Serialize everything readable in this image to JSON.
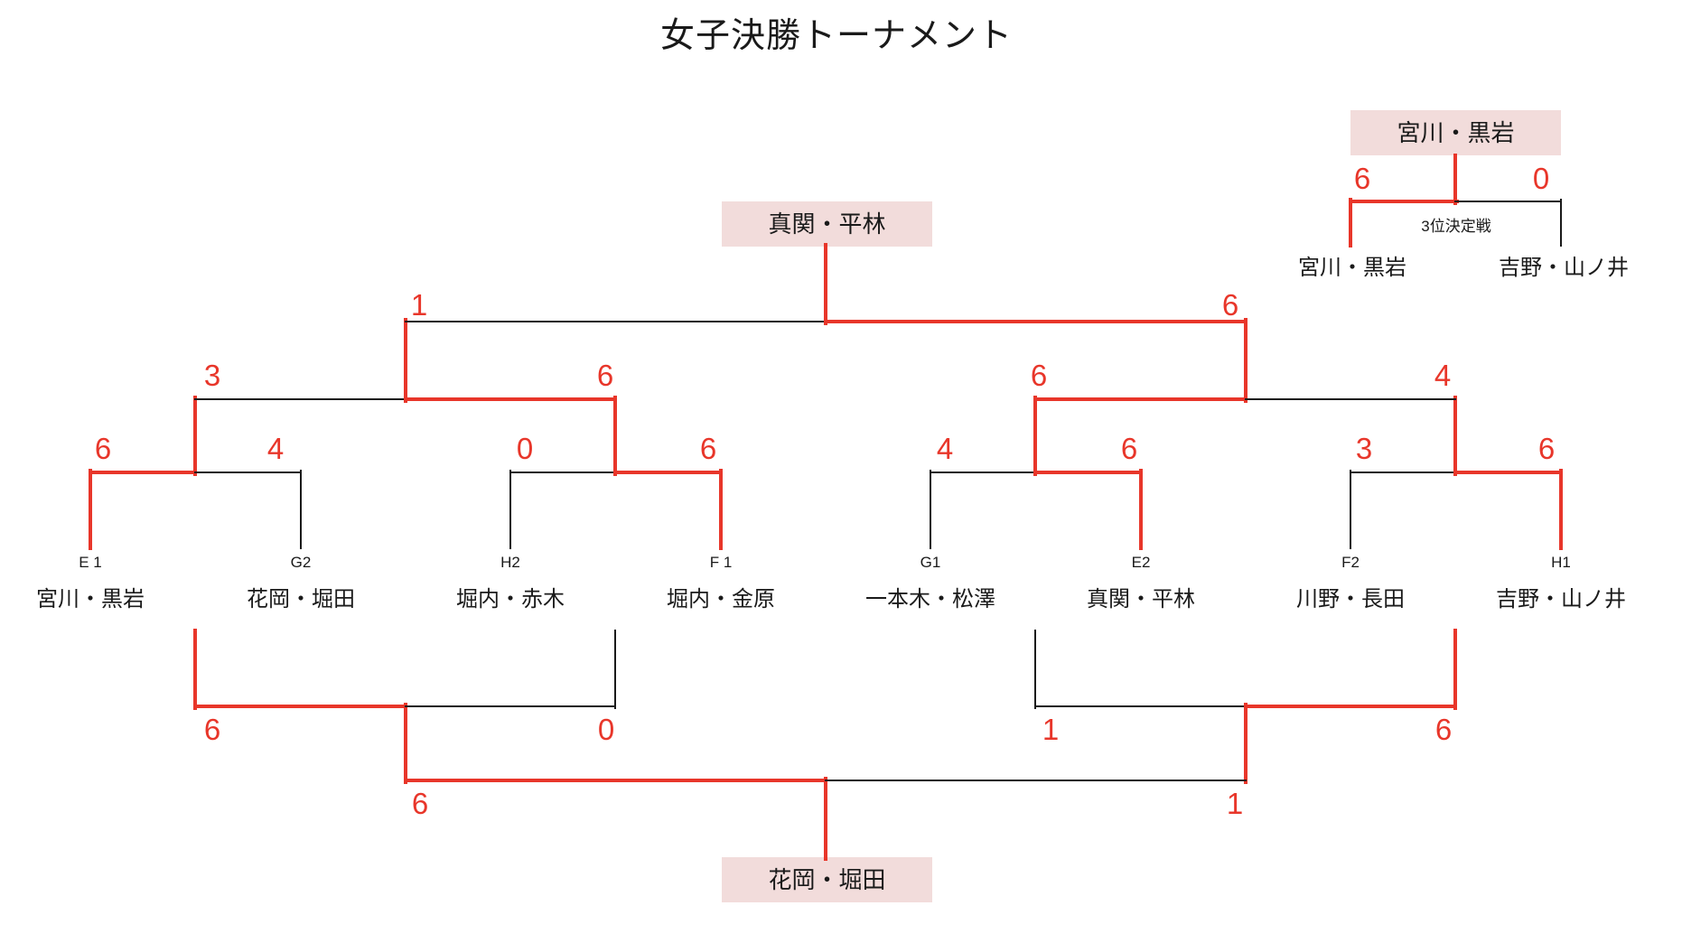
{
  "title": "女子決勝トーナメント",
  "colors": {
    "winner_path": "#e8362a",
    "line": "#1a1a1a",
    "box_background": "#f2dcdb"
  },
  "finals": {
    "champion": "真関・平林",
    "consolation_champion": "花岡・堀田"
  },
  "third_place_match": {
    "title": "3位決定戦",
    "winner": "宮川・黒岩",
    "left_team": "宮川・黒岩",
    "right_team": "吉野・山ノ井",
    "scores": [
      "6",
      "0"
    ]
  },
  "teams": [
    {
      "seed": "E 1",
      "name": "宮川・黒岩"
    },
    {
      "seed": "G2",
      "name": "花岡・堀田"
    },
    {
      "seed": "H2",
      "name": "堀内・赤木"
    },
    {
      "seed": "F 1",
      "name": "堀内・金原"
    },
    {
      "seed": "G1",
      "name": "一本木・松澤"
    },
    {
      "seed": "E2",
      "name": "真関・平林"
    },
    {
      "seed": "F2",
      "name": "川野・長田"
    },
    {
      "seed": "H1",
      "name": "吉野・山ノ井"
    }
  ],
  "scores": {
    "quarterfinals": [
      "6",
      "4",
      "0",
      "6",
      "4",
      "6",
      "3",
      "6"
    ],
    "semifinals": [
      "3",
      "6",
      "6",
      "4"
    ],
    "final": [
      "1",
      "6"
    ],
    "consolation_semifinals": [
      "6",
      "0",
      "1",
      "6"
    ],
    "consolation_final": [
      "6",
      "1"
    ]
  }
}
